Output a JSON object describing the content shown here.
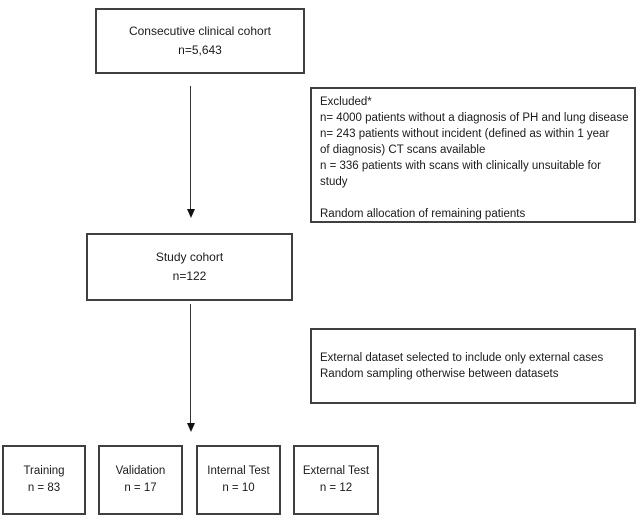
{
  "flowchart": {
    "colors": {
      "border": "#404040",
      "text": "#1a1a1a",
      "background": "#ffffff"
    },
    "top_box": {
      "line1": "Consecutive clinical cohort",
      "line2": "n=5,643"
    },
    "excluded_box": {
      "lines": [
        "Excluded*",
        "n= 4000 patients without a diagnosis of PH and lung disease",
        "n= 243 patients without incident (defined as within 1 year",
        "of diagnosis) CT scans available",
        "n = 336 patients with scans with clinically unsuitable for",
        "study",
        "",
        "Random allocation of remaining patients"
      ]
    },
    "study_box": {
      "line1": "Study cohort",
      "line2": "n=122"
    },
    "external_box": {
      "lines": [
        "External dataset selected to include only external cases",
        "Random sampling otherwise between datasets"
      ]
    },
    "bottom_boxes": [
      {
        "label": "Training",
        "n": "n = 83"
      },
      {
        "label": "Validation",
        "n": "n = 17"
      },
      {
        "label": "Internal Test",
        "n": "n = 10"
      },
      {
        "label": "External Test",
        "n": "n = 12"
      }
    ]
  }
}
